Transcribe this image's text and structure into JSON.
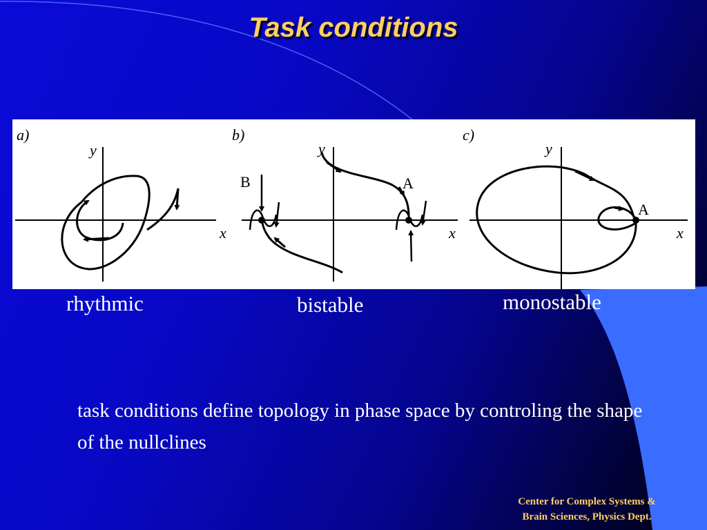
{
  "slide": {
    "title": "Task conditions",
    "body_text": "task conditions define topology in phase space by controling the shape of the nullclines",
    "footer_line1": "Center for Complex Systems &",
    "footer_line2": "Brain Sciences, Physics Dept."
  },
  "figure": {
    "panels": [
      {
        "tag": "a)",
        "x_label": "x",
        "y_label": "y",
        "caption": "rhythmic"
      },
      {
        "tag": "b)",
        "x_label": "x",
        "y_label": "y",
        "point_b": "B",
        "point_a": "A",
        "caption": "bistable"
      },
      {
        "tag": "c)",
        "x_label": "x",
        "y_label": "y",
        "point_a": "A",
        "caption": "monostable"
      }
    ]
  },
  "colors": {
    "title": "#ffd060",
    "footer": "#ffd060",
    "text": "#ffffff",
    "background_main": "#0808c4",
    "accent_shape": "#3a6cff"
  }
}
